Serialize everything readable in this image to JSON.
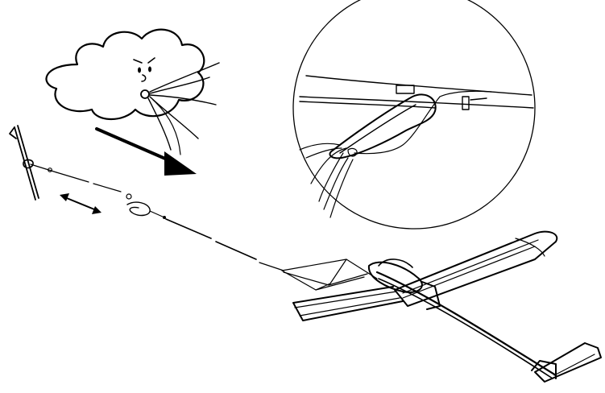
{
  "figure": {
    "elements": [
      {
        "id": "wind-cloud",
        "icon": "cloud-face-blowing-icon"
      },
      {
        "id": "wind-direction-arrow",
        "icon": "arrow-icon"
      },
      {
        "id": "ground-stake",
        "icon": "stake-icon"
      },
      {
        "id": "tow-line-adjust-arrow",
        "icon": "double-arrow-icon"
      },
      {
        "id": "tow-line",
        "icon": "line-icon"
      },
      {
        "id": "glider",
        "icon": "glider-icon"
      },
      {
        "id": "release-hook-detail",
        "icon": "magnifier-circle-icon"
      }
    ],
    "ink_color": "#000000",
    "background_color": "#ffffff"
  }
}
